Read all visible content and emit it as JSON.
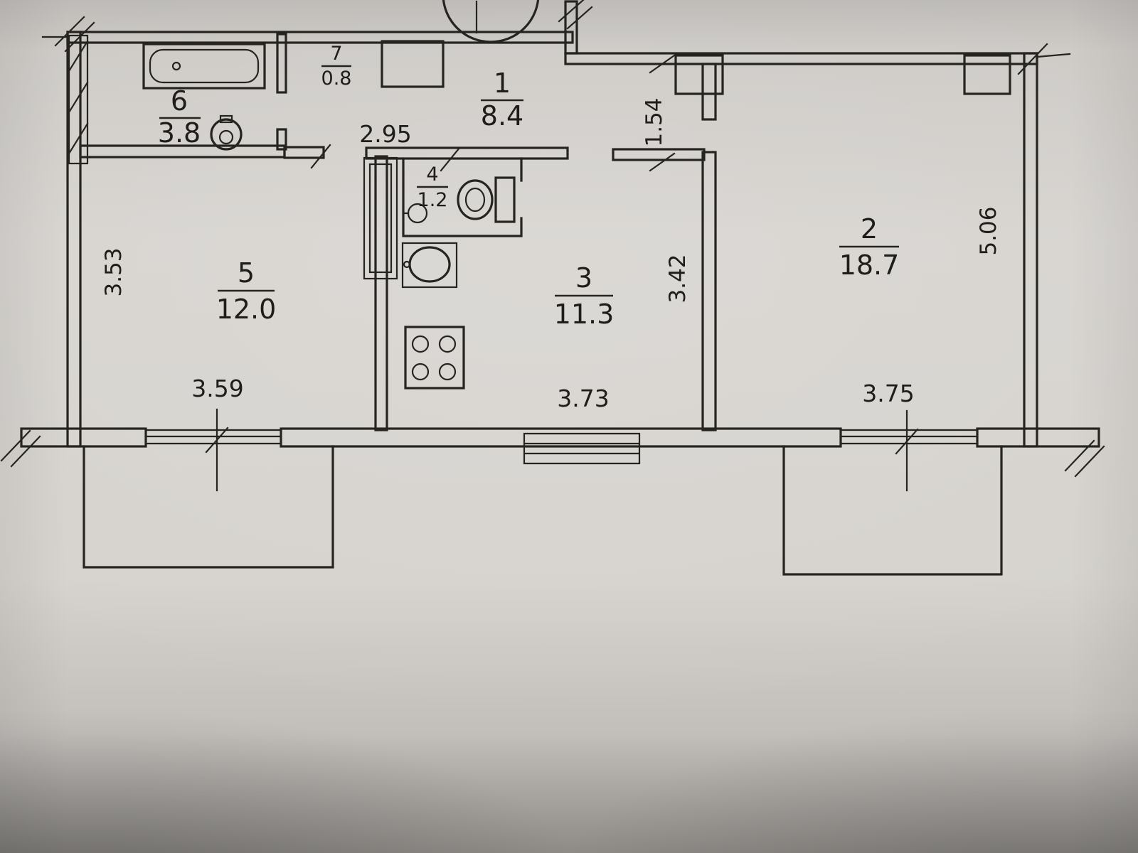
{
  "plan": {
    "type": "apartment-floor-plan",
    "rooms": {
      "hallway": {
        "num": "1",
        "area": "8.4"
      },
      "living": {
        "num": "2",
        "area": "18.7"
      },
      "kitchen": {
        "num": "3",
        "area": "11.3"
      },
      "wc": {
        "num": "4",
        "area": "1.2"
      },
      "bedroom": {
        "num": "5",
        "area": "12.0"
      },
      "bathroom": {
        "num": "6",
        "area": "3.8"
      },
      "closet": {
        "num": "7",
        "area": "0.8"
      }
    },
    "dimensions": {
      "hall_width": "2.95",
      "hall_depth": "1.54",
      "bedroom_depth": "3.53",
      "bedroom_width": "3.59",
      "kitchen_depth": "3.42",
      "kitchen_width": "3.73",
      "living_width": "3.75",
      "living_depth": "5.06"
    },
    "colors": {
      "paper": "#d6d3ce",
      "ink": "#26241f"
    }
  }
}
